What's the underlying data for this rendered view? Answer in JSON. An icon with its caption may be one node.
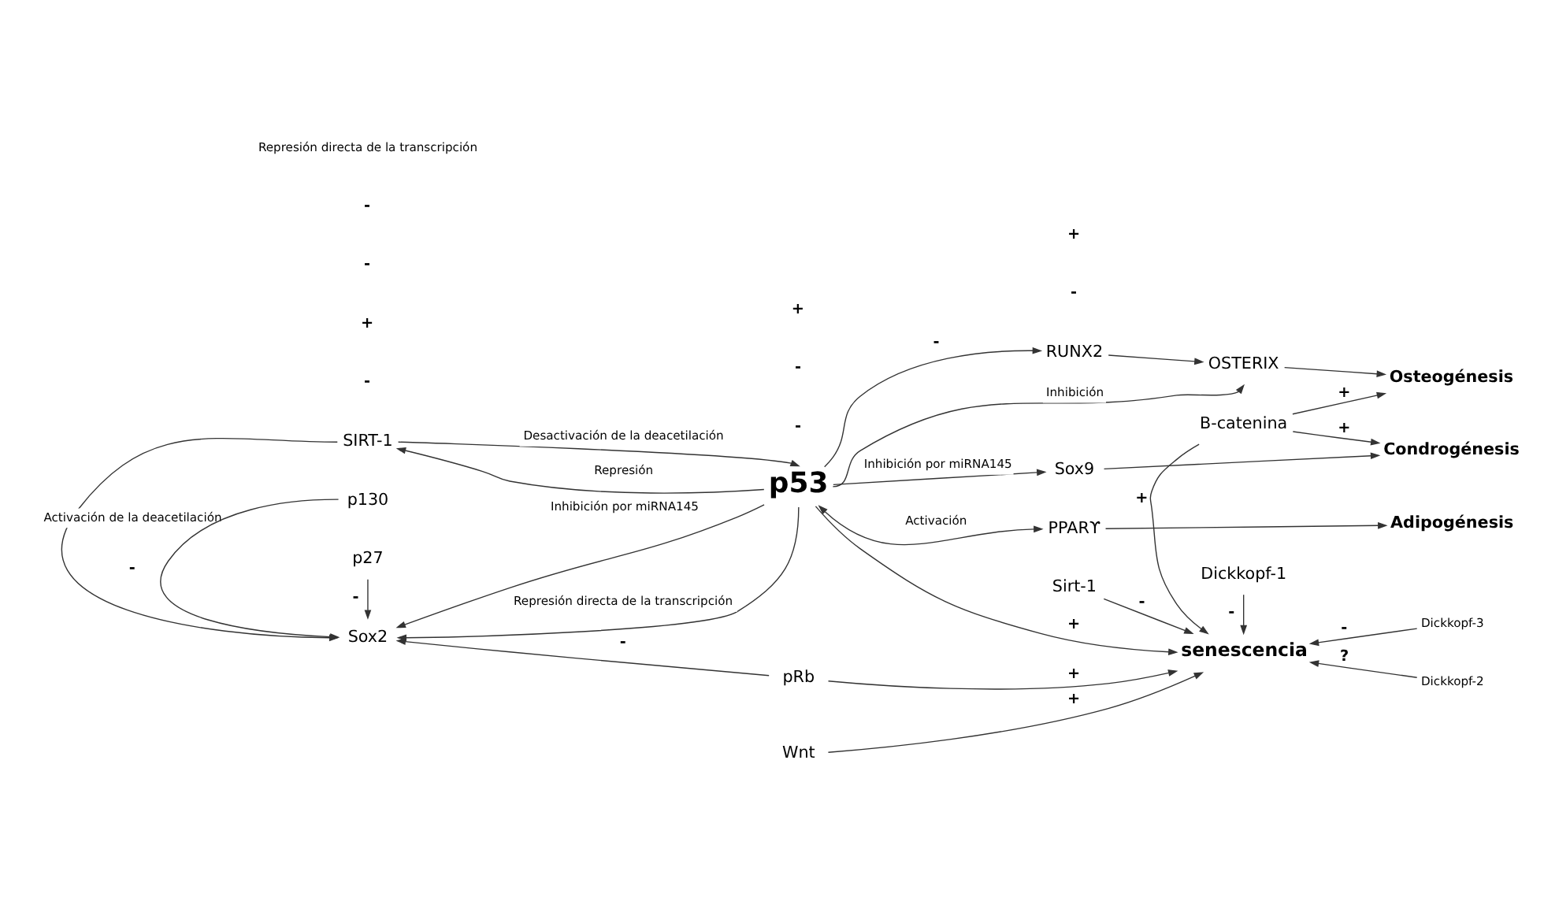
{
  "diagram": {
    "nodes": [
      {
        "text": [
          "SIRT-1"
        ]
      },
      {
        "text": [
          "p53"
        ]
      },
      {
        "text": [
          "Sox2"
        ]
      },
      {
        "text": [
          "Sox9"
        ]
      },
      {
        "text": [
          "RUNX2"
        ]
      },
      {
        "text": [
          "OSTERIX"
        ]
      },
      {
        "text": [
          "Condrogénesis"
        ]
      },
      {
        "text": [
          "Osteogénesis"
        ]
      },
      {
        "text": [
          "PPARϒ"
        ]
      },
      {
        "text": [
          "Adipogénesis"
        ]
      },
      {
        "text": [
          "B-catenina"
        ]
      },
      {
        "text": [
          "senescencia"
        ]
      },
      {
        "text": [
          "p130"
        ]
      },
      {
        "text": [
          "p27"
        ]
      },
      {
        "text": [
          "pRb"
        ]
      },
      {
        "text": [
          "Wnt"
        ]
      },
      {
        "text": [
          "Sirt-1"
        ]
      },
      {
        "text": [
          "Dickkopf-1"
        ]
      },
      {
        "text": [
          "Dickkopf-2"
        ]
      },
      {
        "text": [
          "Dickkopf-3"
        ]
      }
    ],
    "edges": [
      {
        "from": 0,
        "to": 1,
        "arrow": "to",
        "label": "Desactivación de la deacetilación"
      },
      {
        "from": 1,
        "to": 0,
        "arrow": "to",
        "label": "Represión"
      },
      {
        "from": 0,
        "to": 2,
        "arrow": "to",
        "label": "Activación de la deacetilación"
      },
      {
        "from": 1,
        "to": 2,
        "arrow": "to",
        "label": "Inhibición por miRNA145"
      },
      {
        "from": 1,
        "to": 2,
        "arrow": "to",
        "label": "Represión directa de la transcripción"
      },
      {
        "from": 1,
        "to": 3,
        "arrow": "to",
        "label": "Inhibición por miRNA145"
      },
      {
        "from": 1,
        "to": 4,
        "arrow": "to",
        "label": "-"
      },
      {
        "from": 1,
        "to": 5,
        "arrow": "to",
        "label": "Inhibición"
      },
      {
        "from": 1,
        "to": 8,
        "arrow": "both",
        "label": "Activación"
      },
      {
        "from": 1,
        "to": 11,
        "arrow": "to",
        "label": "+"
      },
      {
        "from": 3,
        "to": 6,
        "arrow": "to"
      },
      {
        "from": 4,
        "to": 5,
        "arrow": "to"
      },
      {
        "from": 5,
        "to": 7,
        "arrow": "to"
      },
      {
        "from": 8,
        "to": 9,
        "arrow": "to"
      },
      {
        "from": 10,
        "to": 7,
        "arrow": "to",
        "label": "+"
      },
      {
        "from": 10,
        "to": 6,
        "arrow": "to",
        "label": "+"
      },
      {
        "from": 10,
        "to": 11,
        "arrow": "to",
        "label": "+"
      },
      {
        "from": 12,
        "to": 2,
        "arrow": "to",
        "label": "-"
      },
      {
        "from": 13,
        "to": 2,
        "arrow": "to",
        "label": "-"
      },
      {
        "from": 14,
        "to": 2,
        "arrow": "to",
        "label": "-"
      },
      {
        "from": 14,
        "to": 11,
        "arrow": "to",
        "label": "+"
      },
      {
        "from": 15,
        "to": 11,
        "arrow": "to",
        "label": "+"
      },
      {
        "from": 16,
        "to": 11,
        "arrow": "to",
        "label": "-"
      },
      {
        "from": 17,
        "to": 11,
        "arrow": "to",
        "label": "-"
      },
      {
        "from": 18,
        "to": 11,
        "arrow": "to",
        "label": "?"
      },
      {
        "from": 19,
        "to": 11,
        "arrow": "to",
        "label": "-"
      }
    ],
    "labels": [
      "-",
      "-",
      "+",
      "-",
      "-",
      "-",
      "-",
      "+",
      "+",
      "Represión directa de la transcripción"
    ]
  }
}
